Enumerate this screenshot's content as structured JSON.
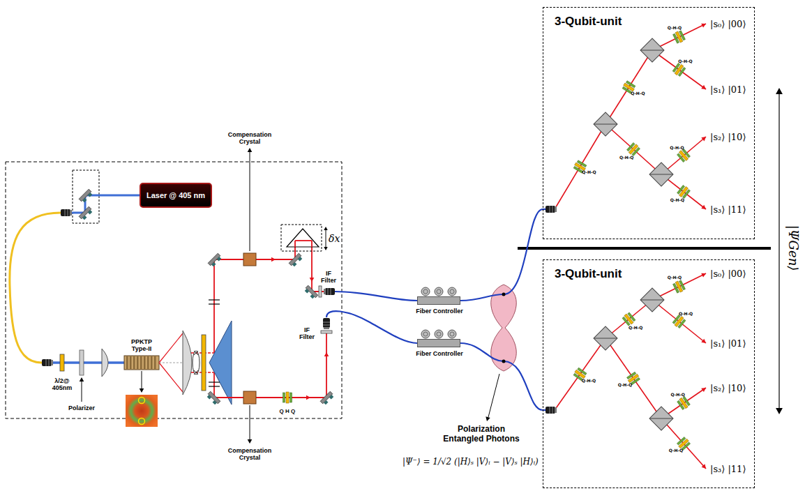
{
  "diagram": {
    "nodes": [
      {
        "text": [
          "Laser @ 405 nm"
        ]
      },
      {
        "text": [
          "Fiber Controller"
        ]
      },
      {
        "text": [
          "Fiber Controller"
        ]
      },
      {
        "text": [
          "3-Qubit-unit"
        ]
      },
      {
        "text": [
          "3-Qubit-unit"
        ]
      }
    ],
    "edges": [
      {
        "from": 1,
        "to": 3,
        "arrow": "none"
      },
      {
        "from": 2,
        "to": 4,
        "arrow": "none"
      }
    ],
    "labels": [
      "Compensation Crystal",
      "δx",
      "IF Filter",
      "λ/2@ 405nm",
      "Polarizer",
      "PPKTP Type-II",
      "IF Filter",
      "Compensation Crystal",
      "Q H Q",
      "Polarization Entangled Photons",
      "|Ψ⁻⟩ = 1/√2 (|H⟩ₛ |V⟩ᵢ − |V⟩ₛ |H⟩ᵢ)",
      "|s₀⟩ |00⟩",
      "|s₁⟩ |01⟩",
      "|s₂⟩ |10⟩",
      "|s₃⟩ |11⟩",
      "Q-H-Q",
      "Q-H-Q",
      "Q-H-Q",
      "Q-H-Q",
      "Q-H-Q",
      "Q-H-Q",
      "Q-H-Q",
      "|s₀⟩ |00⟩",
      "|s₁⟩ |01⟩",
      "|s₂⟩ |10⟩",
      "|s₃⟩ |11⟩",
      "Q-H-Q",
      "Q-H-Q",
      "Q-H-Q",
      "Q-H-Q",
      "Q-H-Q",
      "Q-H-Q",
      "Q-H-Q",
      "|ΨGen⟩"
    ]
  }
}
